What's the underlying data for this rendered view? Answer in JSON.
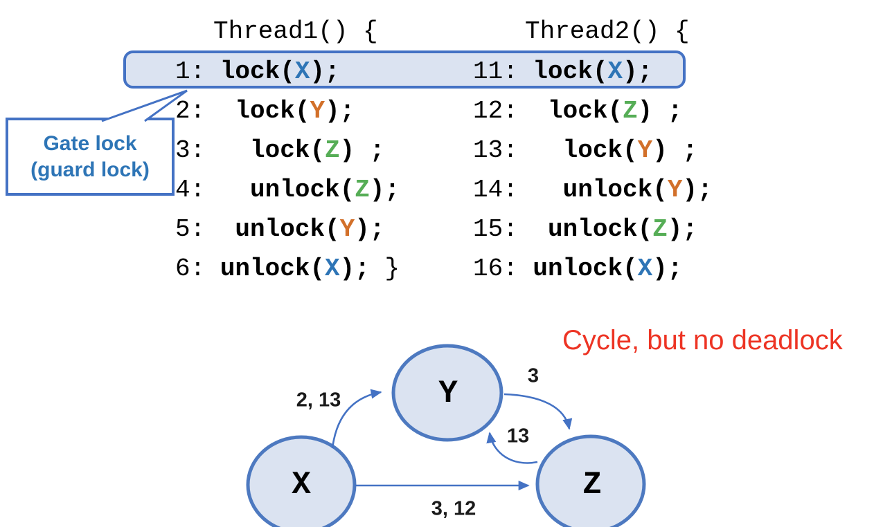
{
  "code": {
    "threads": [
      {
        "header": "Thread1() {",
        "lines": [
          {
            "pre": "1: ",
            "op": "lock(",
            "arg": "X",
            "argColor": "x",
            "post": ");",
            "tail": ""
          },
          {
            "pre": "2:  ",
            "op": "lock(",
            "arg": "Y",
            "argColor": "y",
            "post": ");",
            "tail": ""
          },
          {
            "pre": "3:   ",
            "op": "lock(",
            "arg": "Z",
            "argColor": "z",
            "post": ") ;",
            "tail": ""
          },
          {
            "pre": "4:   ",
            "op": "unlock(",
            "arg": "Z",
            "argColor": "z",
            "post": ");",
            "tail": ""
          },
          {
            "pre": "5:  ",
            "op": "unlock(",
            "arg": "Y",
            "argColor": "y",
            "post": ");",
            "tail": ""
          },
          {
            "pre": "6: ",
            "op": "unlock(",
            "arg": "X",
            "argColor": "x",
            "post": ");",
            "tail": " }"
          }
        ]
      },
      {
        "header": "Thread2() {",
        "lines": [
          {
            "pre": "11: ",
            "op": "lock(",
            "arg": "X",
            "argColor": "x",
            "post": ");",
            "tail": ""
          },
          {
            "pre": "12:  ",
            "op": "lock(",
            "arg": "Z",
            "argColor": "z",
            "post": ") ;",
            "tail": ""
          },
          {
            "pre": "13:   ",
            "op": "lock(",
            "arg": "Y",
            "argColor": "y",
            "post": ") ;",
            "tail": ""
          },
          {
            "pre": "14:   ",
            "op": "unlock(",
            "arg": "Y",
            "argColor": "y",
            "post": ");",
            "tail": ""
          },
          {
            "pre": "15:  ",
            "op": "unlock(",
            "arg": "Z",
            "argColor": "z",
            "post": ");",
            "tail": ""
          },
          {
            "pre": "16: ",
            "op": "unlock(",
            "arg": "X",
            "argColor": "x",
            "post": ");",
            "tail": ""
          }
        ]
      }
    ]
  },
  "callout": {
    "line1": "Gate lock",
    "line2": "(guard lock)"
  },
  "annotation": {
    "text": "Cycle, but no deadlock",
    "color": "#ed3424"
  },
  "graph": {
    "nodes": [
      {
        "id": "x",
        "label": "X"
      },
      {
        "id": "y",
        "label": "Y"
      },
      {
        "id": "z",
        "label": "Z"
      }
    ],
    "edges": [
      {
        "from": "X",
        "to": "Y",
        "label": "2, 13"
      },
      {
        "from": "Y",
        "to": "Z",
        "label": "3"
      },
      {
        "from": "Z",
        "to": "Y",
        "label": "13"
      },
      {
        "from": "X",
        "to": "Z",
        "label": "3, 12"
      }
    ]
  },
  "colors": {
    "accentBlue": "#4472c4",
    "calloutText": "#2e75b6",
    "highlightFill": "#dbe3f1",
    "nodeFill": "#dbe3f1",
    "locks": {
      "x": "#2e75b6",
      "y": "#d2702a",
      "z": "#56ad56"
    }
  }
}
